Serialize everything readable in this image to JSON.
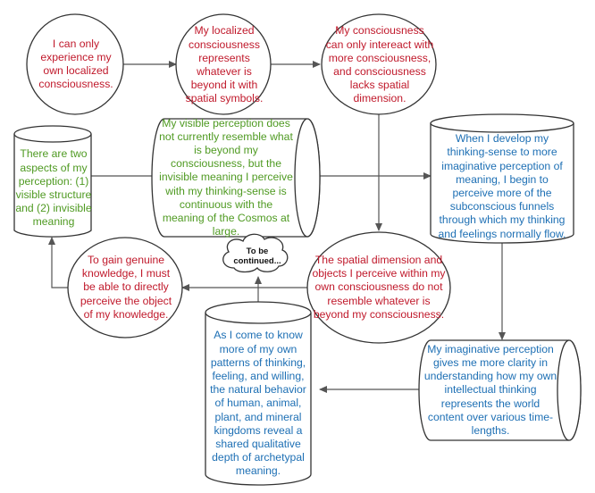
{
  "nodes": {
    "n1": {
      "text": "I can only experience my own localized consciousness."
    },
    "n2": {
      "text": "My localized consciousness represents whatever is beyond it with spatial symbols."
    },
    "n3": {
      "text": "My consciousness can only intereact with more consciousness, and consciousness lacks spatial dimension."
    },
    "n4": {
      "text": "There are two aspects of my perception: (1) visible structure and (2) invisible meaning"
    },
    "n5": {
      "text": "My visible perception does not currently resemble what is beyond my consciousness, but the invisible meaning I perceive with my thinking-sense is continuous with the meaning of the Cosmos at large."
    },
    "n6": {
      "text": "When I develop my thinking-sense to more imaginative perception of meaning, I begin to perceive more of the subconscious funnels through which my thinking and feelings normally flow."
    },
    "n7": {
      "text": "To gain genuine knowledge, I must be able to directly perceive the object of my knowledge."
    },
    "n8": {
      "text": "To be continued..."
    },
    "n9": {
      "text": "The spatial dimension and objects I perceive within my own consciousness do not resemble whatever is beyond my consciousness."
    },
    "n10": {
      "text": "As I come to know more of my own patterns of thinking, feeling, and willing, the natural behavior of human, animal, plant, and mineral kingdoms reveal a shared qualitative depth of archetypal meaning."
    },
    "n11": {
      "text": "My imaginative perception gives me more clarity in understanding how my own intellectual thinking represents the world content over various time-lengths."
    }
  },
  "colors": {
    "red": "#c0192b",
    "green": "#4f9a22",
    "blue": "#1d6fb4",
    "stroke": "#333333",
    "arrow": "#555555"
  }
}
